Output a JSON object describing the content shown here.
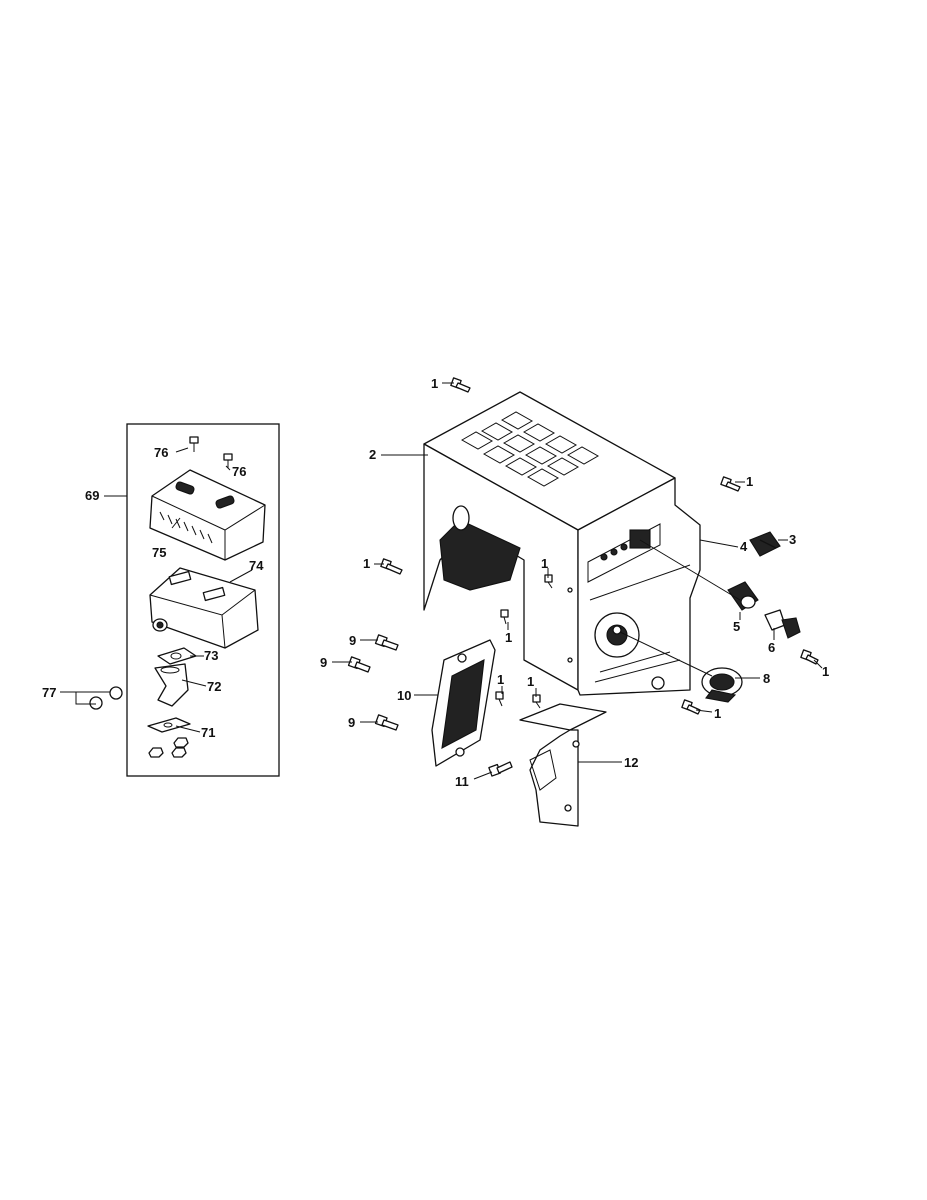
{
  "diagram": {
    "type": "exploded-parts-diagram",
    "callouts": {
      "c1_top": "1",
      "c1_right_upper": "1",
      "c1_left": "1",
      "c1_center_upper": "1",
      "c1_center_lower": "1",
      "c1_right_lower": "1",
      "c1_bottom_a": "1",
      "c1_bottom_b": "1",
      "c1_bottom_right": "1",
      "c2": "2",
      "c3": "3",
      "c4": "4",
      "c5": "5",
      "c6": "6",
      "c8": "8",
      "c9_a": "9",
      "c9_b": "9",
      "c9_c": "9",
      "c10": "10",
      "c11": "11",
      "c12": "12",
      "c69": "69",
      "c71": "71",
      "c72": "72",
      "c73": "73",
      "c74": "74",
      "c75": "75",
      "c76_a": "76",
      "c76_b": "76",
      "c77": "77"
    }
  }
}
